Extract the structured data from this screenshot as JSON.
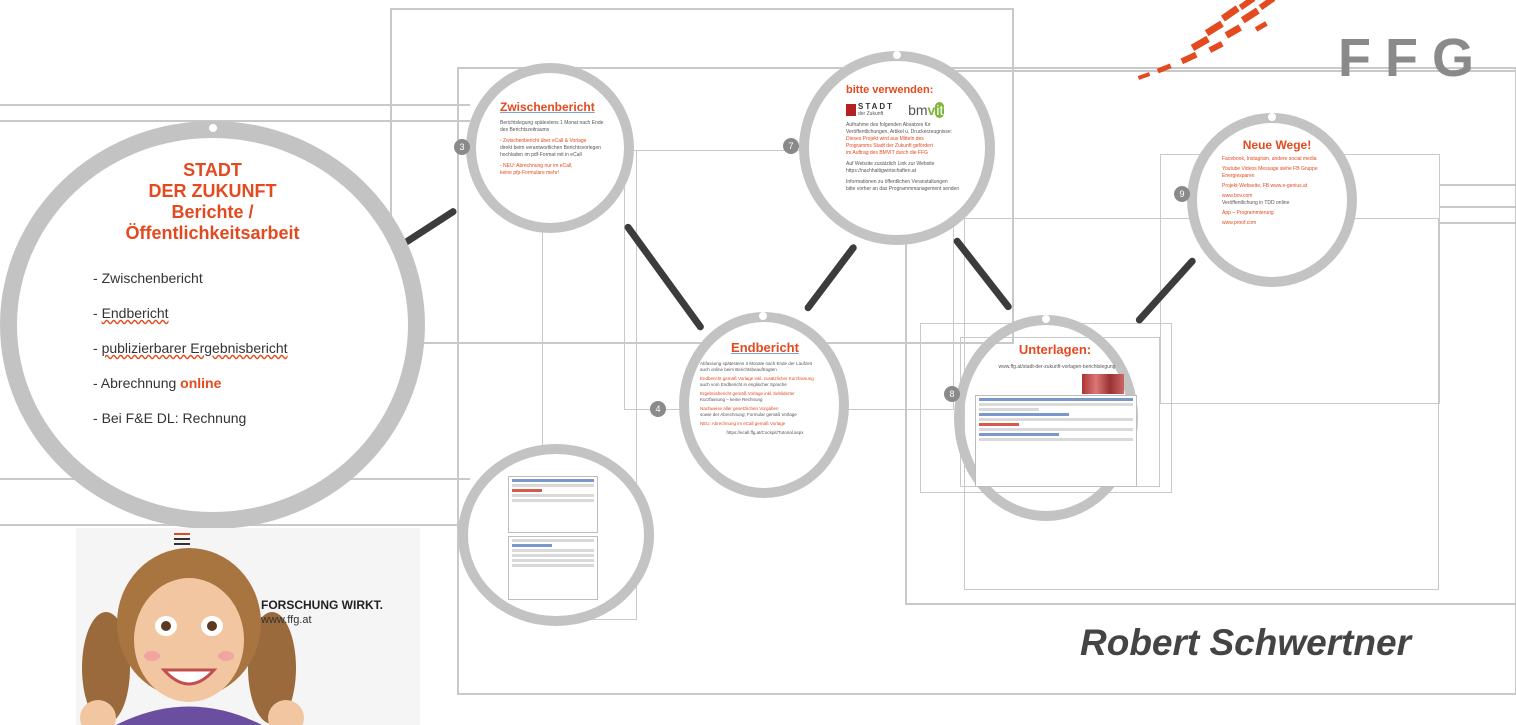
{
  "main_card": {
    "title_lines": [
      "STADT",
      "DER ZUKUNFT",
      "Berichte /",
      "Öffentlichkeitsarbeit"
    ],
    "items": [
      {
        "prefix": "- ",
        "text": "Zwischenbericht"
      },
      {
        "prefix": "- ",
        "text": "Endbericht"
      },
      {
        "prefix": "- ",
        "text": "publizierbarer Ergebnisbericht"
      },
      {
        "prefix": "- Abrechnung ",
        "text": "online"
      },
      {
        "prefix": "- ",
        "text": "Bei F&E DL: Rechnung"
      }
    ]
  },
  "zwischenbericht": {
    "step": "3",
    "title": "Zwischenbericht",
    "lines": [
      "Berichtslegung spätestens 1 Monat nach Ende",
      "des Berichtszeitraums",
      "",
      "- Zwischenbericht über eCall & Vorlage",
      "  direkt beim verantwortlichen Berichtsvorlegen",
      "  hochladen im pdf-Format mit in eCall",
      "",
      "- NEU: Abrechnung nur im eCall,",
      "  keine pfp-Formulare mehr!"
    ]
  },
  "endbericht": {
    "step": "4",
    "title": "Endbericht",
    "lines": [
      "Abfassung spätestens 3 Monate nach Ende der Laufzeit",
      "auch online beim Berichtsbeauftragten",
      "",
      "Endbericht gemäß Vorlage inkl. zusätzlicher Kurzfassung",
      "auch vom Endbericht in englischer Sprache",
      "",
      "Ergebnisbericht gemäß Vorlage inkl. bebilderter",
      "Kurzfassung – keine Rechnung",
      "",
      "Nachweise aller gesetzlichen Vorgaben",
      "sowie der Abrechnung; Formular gemäß Vorlage",
      "",
      "NEU: Abrechnung im eCall gemäß Vorlage",
      "",
      "https://ecall.ffg.at/Cockpit/Tutorial.aspx"
    ]
  },
  "bitte": {
    "step": "7",
    "title": "bitte verwenden:",
    "logo_stadt": "STADT",
    "logo_stadt_sub": "der Zukunft",
    "logo_bmvit_a": "bm",
    "logo_bmvit_b": "v",
    "logo_bmvit_c": "it",
    "lines": [
      "Aufnahme des folgenden Absatzes für",
      "Veröffentlichungen, Artikel u. Druckerzeugnisse:",
      "Dieses Projekt wird aus Mitteln des",
      "Programms Stadt der Zukunft gefördert",
      "im Auftrag des BMVIT durch die FFG",
      "",
      "Auf Website zusätzlich Link zur Website",
      "https://nachhaltigwirtschaften.at",
      "",
      "Informationen zu öffentlichen Veranstaltungen",
      "bitte vorher an das Programmmanagement senden"
    ]
  },
  "neue_wege": {
    "step": "9",
    "title": "Neue Wege!",
    "lines": [
      "Facebook, Instagram, andere social media",
      "",
      "Youtube Videos Message siehe FB Gruppe",
      "Energiesparen",
      "",
      "Projekt-Webseite, FB www.e-genius.at",
      "",
      "www.bov.com",
      "Veröffentlichung in TDD online",
      "",
      "App – Programmierung",
      "",
      "www.proof.com"
    ]
  },
  "unterlagen": {
    "step": "8",
    "title": "Unterlagen:",
    "url": "www.ffg.at/stadt-der-zukunft-vorlagen-berichtslegung"
  },
  "ad": {
    "headline": "FORSCHUNG WIRKT.",
    "url": "www.ffg.at"
  },
  "brand": {
    "name": "FFG"
  },
  "presenter": "Robert Schwertner",
  "colors": {
    "accent": "#e44a1f",
    "ring": "#c3c3c3",
    "frame": "#c9c9c9",
    "connector": "#3c3c3c"
  }
}
